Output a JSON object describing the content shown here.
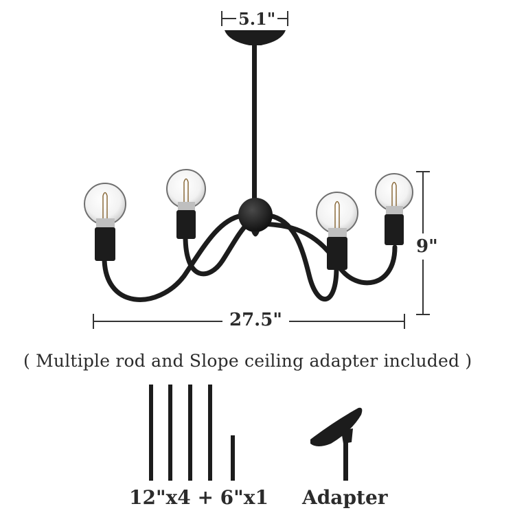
{
  "dimensions": {
    "canopy_width": "5.1\"",
    "fixture_height": "9\"",
    "fixture_width": "27.5\""
  },
  "note": "( Multiple rod and Slope ceiling adapter included )",
  "accessories": {
    "rods_label": "12\"x4 + 6\"x1",
    "adapter_label": "Adapter"
  },
  "colors": {
    "fixture_finish": "#1c1c1c",
    "dimension_lines": "#333333"
  }
}
